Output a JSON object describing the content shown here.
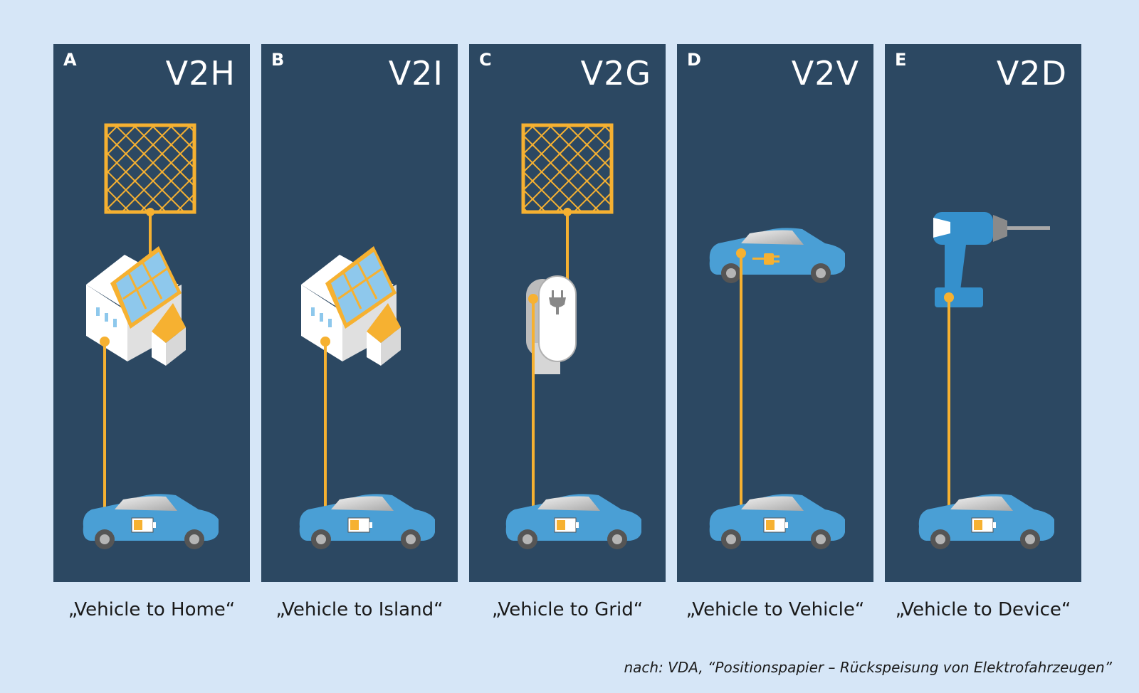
{
  "panels": [
    {
      "letter": "A",
      "code": "V2H",
      "caption": "„Vehicle to Home“"
    },
    {
      "letter": "B",
      "code": "V2I",
      "caption": "„Vehicle to Island“"
    },
    {
      "letter": "C",
      "code": "V2G",
      "caption": "„Vehicle to Grid“"
    },
    {
      "letter": "D",
      "code": "V2V",
      "caption": "„Vehicle to Vehicle“"
    },
    {
      "letter": "E",
      "code": "V2D",
      "caption": "„Vehicle to Device“"
    }
  ],
  "source": "nach: VDA, “Positionspapier – Rückspeisung von Elektrofahrzeugen”",
  "colors": {
    "background": "#d6e6f7",
    "panel": "#2c4862",
    "accent": "#f6b131",
    "car": "#4a9fd5",
    "house": "#f2f2f2"
  },
  "icons": [
    "grid-mesh-icon",
    "house-solar-icon",
    "charging-station-icon",
    "car-icon",
    "battery-icon",
    "plug-icon",
    "drill-icon"
  ]
}
